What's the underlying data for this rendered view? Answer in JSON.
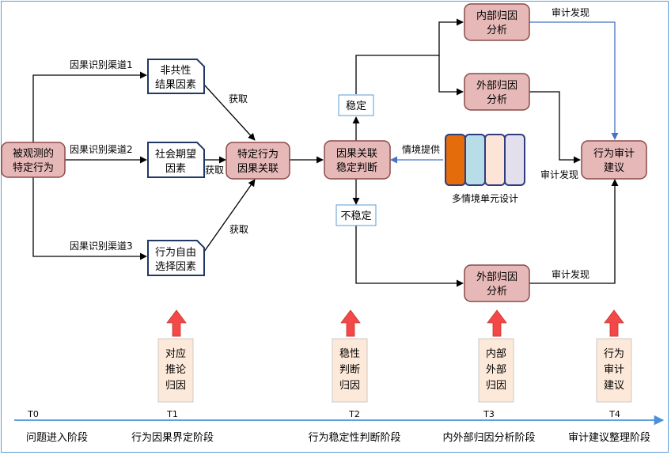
{
  "nodes": {
    "observed": [
      "被观测的",
      "特定行为"
    ],
    "causal": [
      "特定行为",
      "因果关联"
    ],
    "stability": [
      "因果关联",
      "稳定判断"
    ],
    "internal": [
      "内部归因",
      "分析"
    ],
    "external_top": [
      "外部归因",
      "分析"
    ],
    "external_bottom": [
      "外部归因",
      "分析"
    ],
    "audit": [
      "行为审计",
      "建议"
    ],
    "factor1": [
      "非共性",
      "结果因素"
    ],
    "factor2": [
      "社会期望",
      "因素"
    ],
    "factor3": [
      "行为自由",
      "选择因素"
    ],
    "stable": "稳定",
    "unstable": "不稳定"
  },
  "edge_labels": {
    "channel1": "因果识别渠道1",
    "channel2": "因果识别渠道2",
    "channel3": "因果识别渠道3",
    "obtain1": "获取",
    "obtain2": "获取",
    "obtain3": "获取",
    "context_provide": "情境提供",
    "audit_find1": "审计发现",
    "audit_find2": "审计发现",
    "audit_find3": "审计发现"
  },
  "context_units": {
    "label": "多情境单元设计",
    "colors": [
      "#e46c0a",
      "#b7dde8",
      "#fce4d6",
      "#e4dfec"
    ]
  },
  "stage_boxes": [
    [
      "对应",
      "推论",
      "归因"
    ],
    [
      "稳性",
      "判断",
      "归因"
    ],
    [
      "内部",
      "外部",
      "归因"
    ],
    [
      "行为",
      "审计",
      "建议"
    ]
  ],
  "timeline": {
    "ticks": [
      "T0",
      "T1",
      "T2",
      "T3",
      "T4"
    ],
    "stages": [
      "问题进入阶段",
      "行为因果界定阶段",
      "行为稳定性判断阶段",
      "内外部归因分析阶段",
      "审计建议整理阶段"
    ]
  },
  "colors": {
    "node_fill": "#e6b9b8",
    "node_stroke": "#8b4a4a",
    "doc_stroke": "#1f3864",
    "up_arrow": "#f44747",
    "stage_fill": "#fde9d9",
    "timeline": "#4a90d9"
  }
}
